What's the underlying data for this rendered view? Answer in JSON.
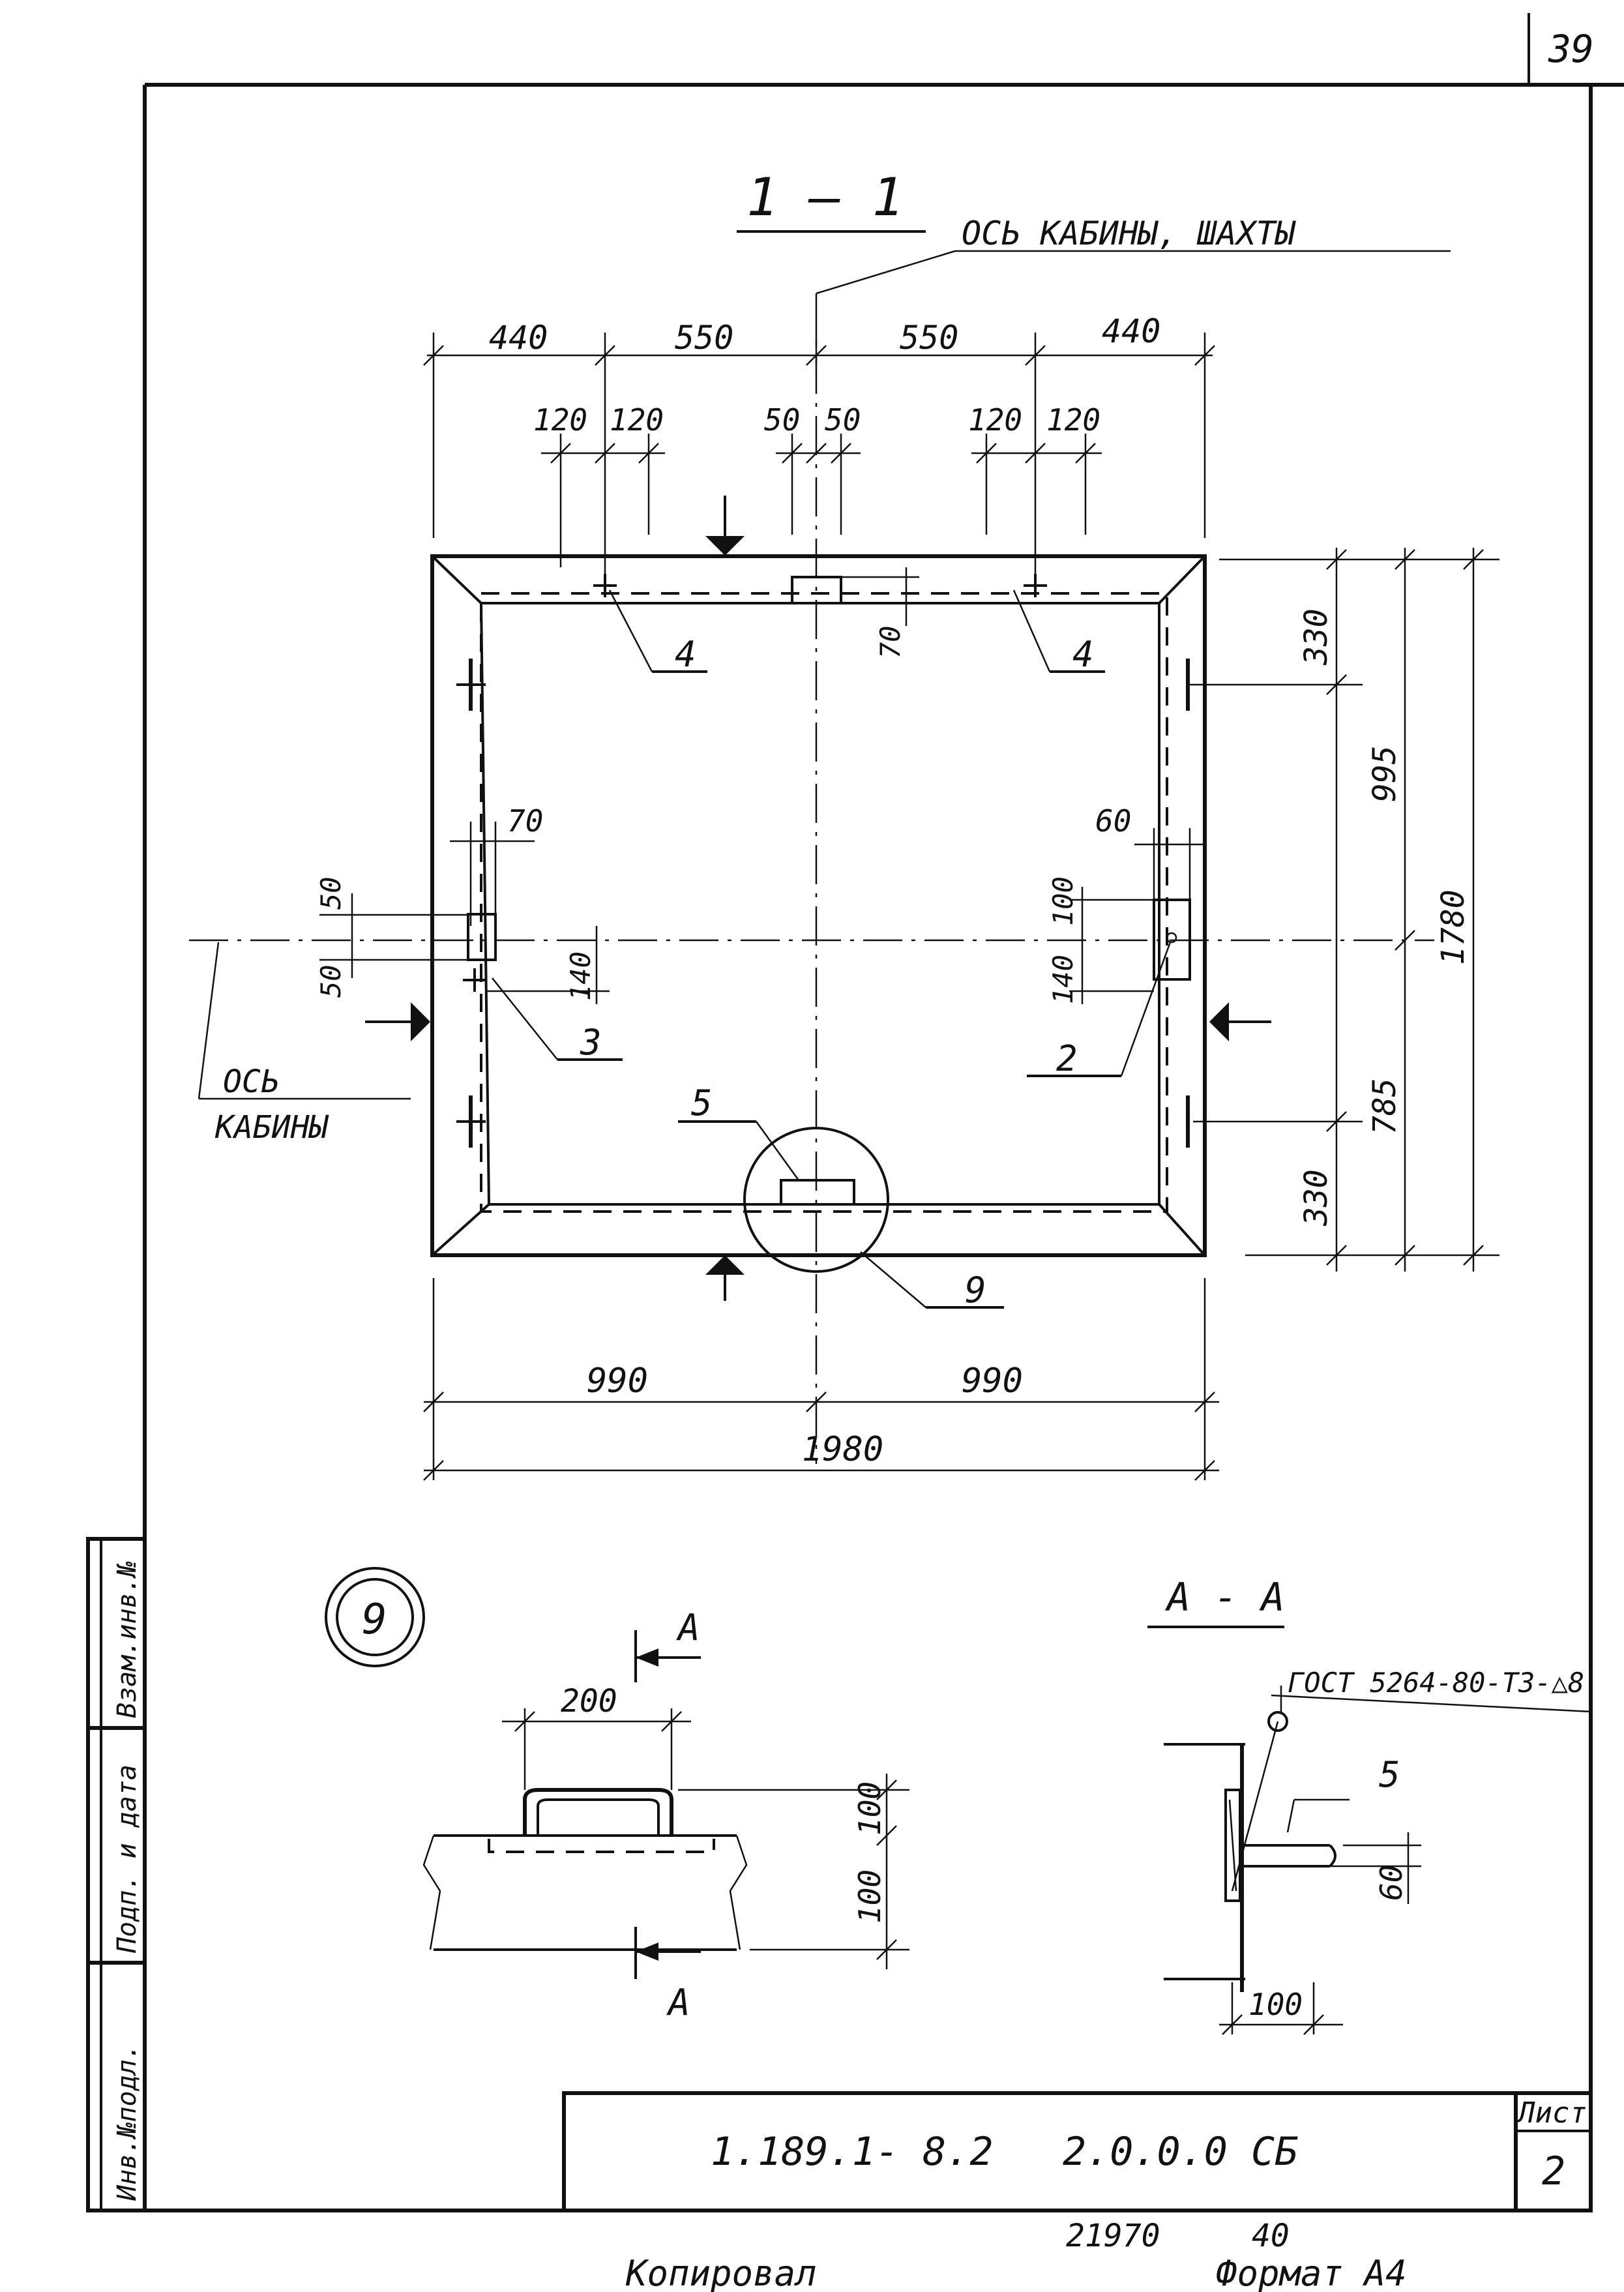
{
  "page_number": "39",
  "section_title": "1 — 1",
  "axis_label_top": "ОСЬ КАБИНЫ, ШАХТЫ",
  "axis_label_left_1": "ОСЬ",
  "axis_label_left_2": "КАБИНЫ",
  "dims_top": {
    "d440_left": "440",
    "d550_left": "550",
    "d550_right": "550",
    "d440_right": "440",
    "d120_a": "120",
    "d120_b": "120",
    "d50_a": "50",
    "d50_b": "50",
    "d120_c": "120",
    "d120_d": "120"
  },
  "dims_right": {
    "d330_top": "330",
    "d995": "995",
    "d1780": "1780",
    "d785": "785",
    "d330_bottom": "330"
  },
  "dims_inner": {
    "d70_top": "70",
    "d70_left": "70",
    "d60_right": "60",
    "d50_left_a": "50",
    "d50_left_b": "50",
    "d140_left": "140",
    "d100_right": "100",
    "d140_right": "140"
  },
  "dims_bottom": {
    "d990_left": "990",
    "d990_right": "990",
    "d1980": "1980"
  },
  "callouts": {
    "c4_left": "4",
    "c4_right": "4",
    "c3": "3",
    "c2": "2",
    "c5": "5",
    "c9": "9"
  },
  "detail9": {
    "circle_label": "9",
    "section_letter_top": "A",
    "section_letter_bottom": "A",
    "d200": "200",
    "d100_top": "100",
    "d100_bottom": "100"
  },
  "sectionAA": {
    "title": "А - А",
    "weld_note": "ГОСТ 5264-80-Т3-△8",
    "callout5": "5",
    "d60": "60",
    "d100": "100"
  },
  "side_stamp": {
    "col1": "Инв.№подл.",
    "col2": "Подп. и дата",
    "col3": "Взам.инв.№"
  },
  "title_block": {
    "doc_code": "1.189.1- 8.2",
    "doc_number": "2.0.0.0 СБ",
    "sheet_label": "Лист",
    "sheet_number": "2"
  },
  "footer": {
    "code_a": "21970",
    "code_b": "40",
    "copied": "Копировал",
    "format": "Формат А4"
  },
  "colors": {
    "ink": "#111111",
    "paper": "#ffffff"
  }
}
